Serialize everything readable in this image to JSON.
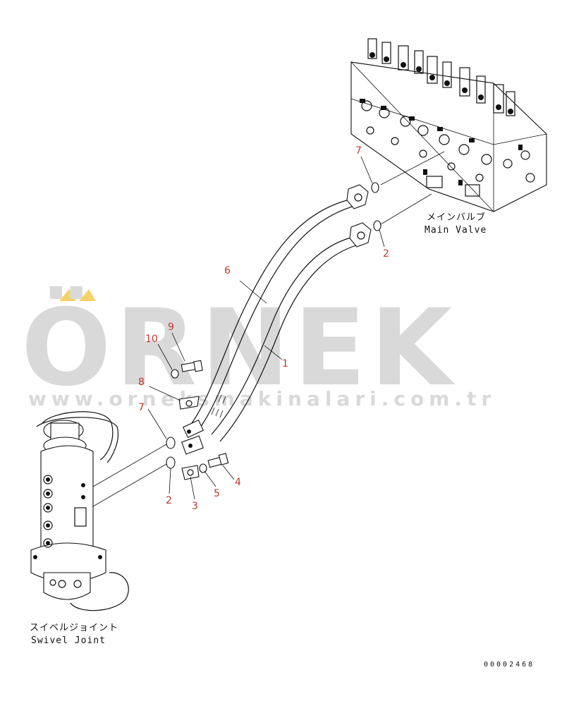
{
  "watermark": {
    "brand": "ÖRNEK",
    "url": "www.orneksmakinalari.com.tr",
    "accent_color": "#f5d26a",
    "text_color": "#d9d9d9"
  },
  "components": {
    "main_valve": {
      "label_jp": "メインバルブ",
      "label_en": "Main Valve"
    },
    "swivel_joint": {
      "label_jp": "スイベルジョイント",
      "label_en": "Swivel Joint"
    }
  },
  "callouts": {
    "c7_top": "7",
    "c2_top": "2",
    "c6": "6",
    "c1": "1",
    "c9": "9",
    "c10": "10",
    "c8": "8",
    "c7_left": "7",
    "c2_left": "2",
    "c3": "3",
    "c5": "5",
    "c4": "4"
  },
  "callout_color": "#c0392b",
  "document_number": "00002468"
}
